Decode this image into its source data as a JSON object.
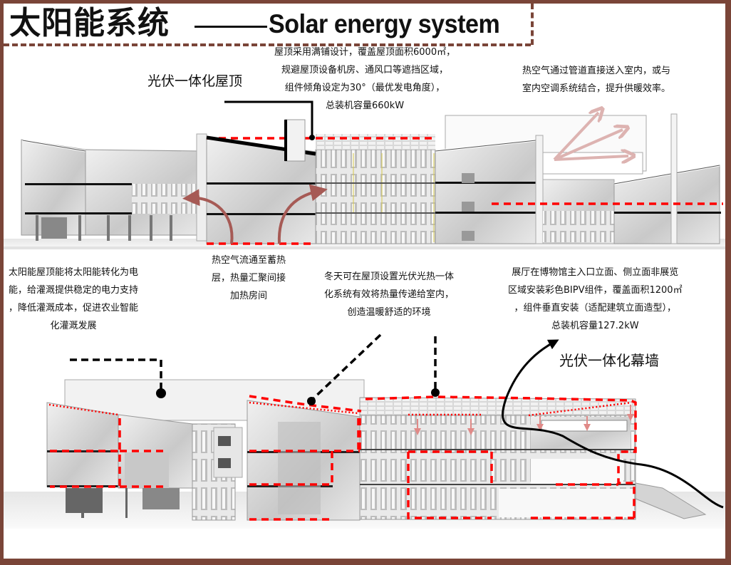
{
  "title": {
    "cn": "太阳能系统",
    "en": "Solar energy system"
  },
  "labels": {
    "pv_roof": "光伏一体化屋顶",
    "pv_curtain_wall": "光伏一体化幕墙"
  },
  "notes": {
    "roof_design": [
      "屋顶采用满铺设计，覆盖屋顶面积6000㎡，",
      "规避屋顶设备机房、通风口等遮挡区域，",
      "组件倾角设定为30°（最优发电角度），",
      "总装机容量660kW"
    ],
    "hot_air": [
      "热空气通过管道直接送入室内，或与",
      "室内空调系统结合，提升供暖效率。"
    ],
    "solar_roof_irrigation": [
      "太阳能屋顶能将太阳能转化为电",
      "能，给灌溉提供稳定的电力支持",
      "，降低灌溉成本，促进农业智能",
      "化灌溉发展"
    ],
    "heat_storage": [
      "热空气流通至蓄热",
      "层，热量汇聚间接",
      "加热房间"
    ],
    "winter_pvt": [
      "冬天可在屋顶设置光伏光热一体",
      "化系统有效将热量传递给室内，",
      "创造温暖舒适的环境"
    ],
    "bipv_facade": [
      "展厅在博物馆主入口立面、侧立面非展览",
      "区域安装彩色BIPV组件，覆盖面积1200㎡",
      "，组件垂直安装（适配建筑立面造型），",
      "总装机容量127.2kW"
    ]
  },
  "colors": {
    "frame": "#7a4538",
    "highlight_dash": "#ff0000",
    "heat_arrow": "#a65a55",
    "air_arrow": "#ddb3b1",
    "leader": "#000000"
  }
}
